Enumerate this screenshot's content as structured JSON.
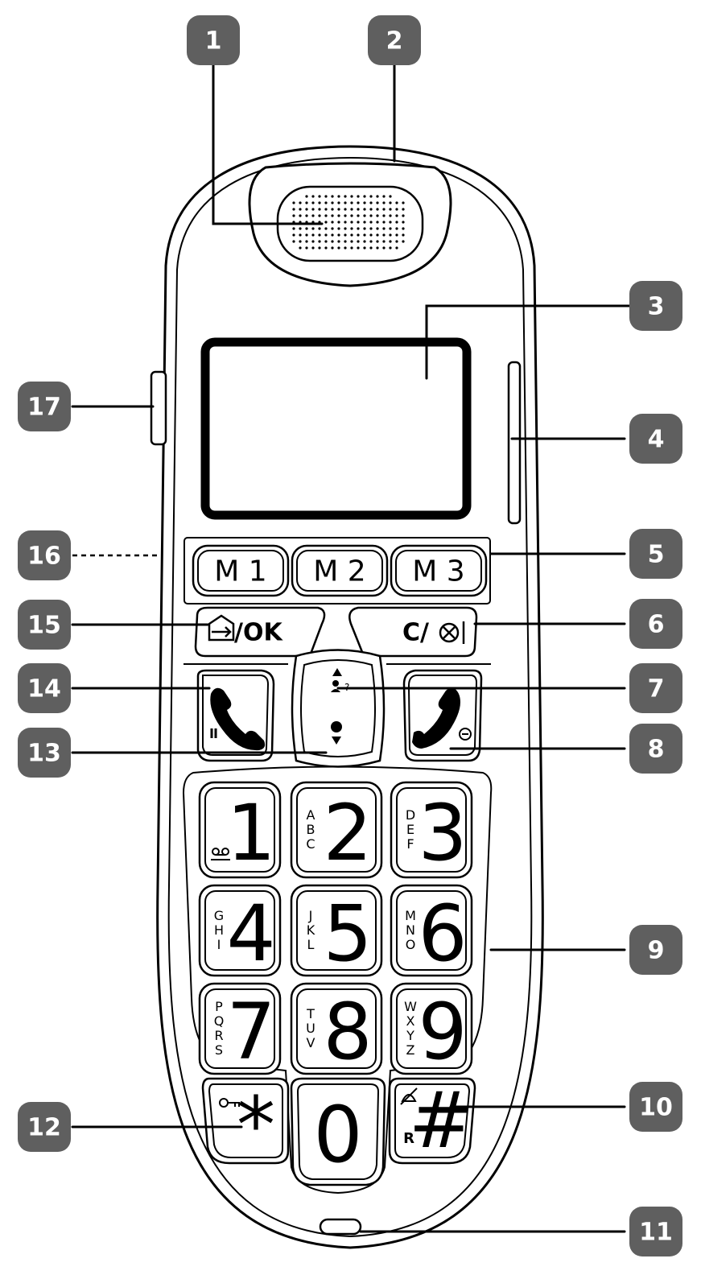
{
  "callouts": [
    "1",
    "2",
    "3",
    "4",
    "5",
    "6",
    "7",
    "8",
    "9",
    "10",
    "11",
    "12",
    "13",
    "14",
    "15",
    "16",
    "17"
  ],
  "memory_keys": [
    "M 1",
    "M 2",
    "M 3"
  ],
  "soft_keys": {
    "left": "/OK",
    "right": "C/"
  },
  "keypad": [
    {
      "digit": "1",
      "letters": ""
    },
    {
      "digit": "2",
      "letters": "ABC"
    },
    {
      "digit": "3",
      "letters": "DEF"
    },
    {
      "digit": "4",
      "letters": "GHI"
    },
    {
      "digit": "5",
      "letters": "JKL"
    },
    {
      "digit": "6",
      "letters": "MNO"
    },
    {
      "digit": "7",
      "letters": "PQRS"
    },
    {
      "digit": "8",
      "letters": "TUV"
    },
    {
      "digit": "9",
      "letters": "WXYZ"
    }
  ],
  "bottom_keys": {
    "star": "*",
    "zero": "0",
    "hash": "#",
    "hash_sub": "R"
  },
  "icons": [
    "earpiece-grille",
    "screen",
    "talk-handset-icon",
    "end-call-handset-icon",
    "nav-up-icon",
    "nav-down-icon",
    "menu-icon",
    "mute-icon",
    "voicemail-icon",
    "key-lock-icon",
    "microphone"
  ]
}
